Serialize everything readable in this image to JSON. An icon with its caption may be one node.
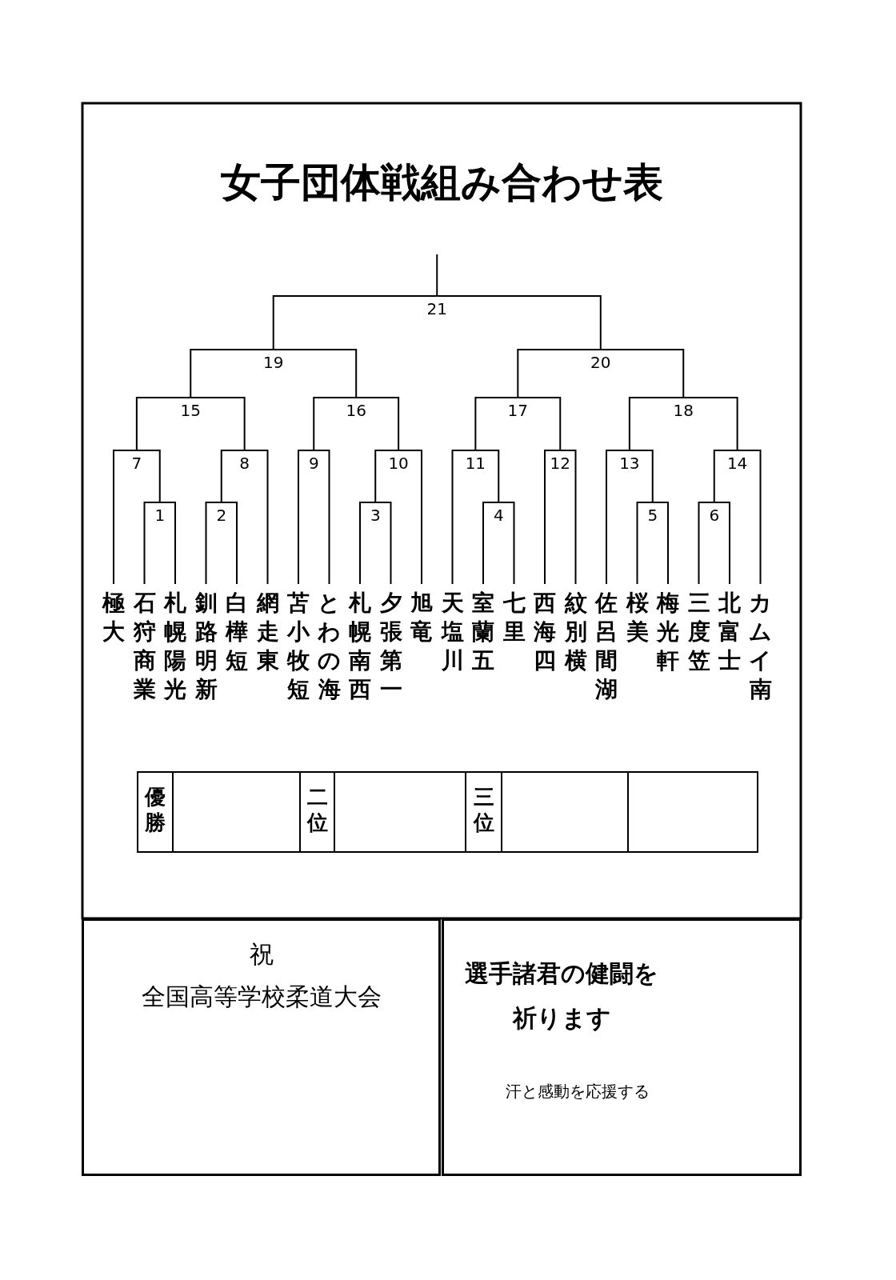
{
  "diagram": {
    "title": "女子団体戦組み合わせ表",
    "nodes": [
      {
        "text": [
          "21"
        ]
      },
      {
        "text": [
          "19"
        ]
      },
      {
        "text": [
          "20"
        ]
      },
      {
        "text": [
          "15"
        ]
      },
      {
        "text": [
          "16"
        ]
      },
      {
        "text": [
          "17"
        ]
      },
      {
        "text": [
          "18"
        ]
      },
      {
        "text": [
          "7"
        ]
      },
      {
        "text": [
          "8"
        ]
      },
      {
        "text": [
          "9"
        ]
      },
      {
        "text": [
          "10"
        ]
      },
      {
        "text": [
          "11"
        ]
      },
      {
        "text": [
          "12"
        ]
      },
      {
        "text": [
          "13"
        ]
      },
      {
        "text": [
          "14"
        ]
      },
      {
        "text": [
          "1"
        ]
      },
      {
        "text": [
          "2"
        ]
      },
      {
        "text": [
          "3"
        ]
      },
      {
        "text": [
          "4"
        ]
      },
      {
        "text": [
          "5"
        ]
      },
      {
        "text": [
          "6"
        ]
      },
      {
        "text": [
          "極大"
        ]
      },
      {
        "text": [
          "石狩商業"
        ]
      },
      {
        "text": [
          "札幌陽光"
        ]
      },
      {
        "text": [
          "釧路明新"
        ]
      },
      {
        "text": [
          "白樺短"
        ]
      },
      {
        "text": [
          "網走東"
        ]
      },
      {
        "text": [
          "苫小牧短"
        ]
      },
      {
        "text": [
          "とわの海"
        ]
      },
      {
        "text": [
          "札幌南西"
        ]
      },
      {
        "text": [
          "夕張第一"
        ]
      },
      {
        "text": [
          "旭竜"
        ]
      },
      {
        "text": [
          "天塩川"
        ]
      },
      {
        "text": [
          "室蘭五"
        ]
      },
      {
        "text": [
          "七里"
        ]
      },
      {
        "text": [
          "西海四"
        ]
      },
      {
        "text": [
          "紋別横"
        ]
      },
      {
        "text": [
          "佐呂間湖"
        ]
      },
      {
        "text": [
          "桜美"
        ]
      },
      {
        "text": [
          "梅光軒"
        ]
      },
      {
        "text": [
          "三度笠"
        ]
      },
      {
        "text": [
          "北富士"
        ]
      },
      {
        "text": [
          "カムイ南"
        ]
      },
      {
        "text": [
          "祝",
          "全国高等学校柔道大会"
        ]
      },
      {
        "text": [
          "選手諸君の健闘を祈ります",
          "汗と感動を応援する"
        ]
      }
    ],
    "edges": [
      {
        "from": 0,
        "to": null,
        "arrow": "none"
      },
      {
        "from": 22,
        "to": 15,
        "arrow": "none"
      },
      {
        "from": 23,
        "to": 15,
        "arrow": "none"
      },
      {
        "from": 21,
        "to": 7,
        "arrow": "none"
      },
      {
        "from": 15,
        "to": 7,
        "arrow": "none"
      },
      {
        "from": 24,
        "to": 16,
        "arrow": "none"
      },
      {
        "from": 25,
        "to": 16,
        "arrow": "none"
      },
      {
        "from": 16,
        "to": 8,
        "arrow": "none"
      },
      {
        "from": 26,
        "to": 8,
        "arrow": "none"
      },
      {
        "from": 7,
        "to": 3,
        "arrow": "none"
      },
      {
        "from": 8,
        "to": 3,
        "arrow": "none"
      },
      {
        "from": 27,
        "to": 9,
        "arrow": "none"
      },
      {
        "from": 28,
        "to": 9,
        "arrow": "none"
      },
      {
        "from": 29,
        "to": 17,
        "arrow": "none"
      },
      {
        "from": 30,
        "to": 17,
        "arrow": "none"
      },
      {
        "from": 17,
        "to": 10,
        "arrow": "none"
      },
      {
        "from": 31,
        "to": 10,
        "arrow": "none"
      },
      {
        "from": 9,
        "to": 4,
        "arrow": "none"
      },
      {
        "from": 10,
        "to": 4,
        "arrow": "none"
      },
      {
        "from": 33,
        "to": 18,
        "arrow": "none"
      },
      {
        "from": 34,
        "to": 18,
        "arrow": "none"
      },
      {
        "from": 32,
        "to": 11,
        "arrow": "none"
      },
      {
        "from": 18,
        "to": 11,
        "arrow": "none"
      },
      {
        "from": 35,
        "to": 12,
        "arrow": "none"
      },
      {
        "from": 36,
        "to": 12,
        "arrow": "none"
      },
      {
        "from": 11,
        "to": 5,
        "arrow": "none"
      },
      {
        "from": 12,
        "to": 5,
        "arrow": "none"
      },
      {
        "from": 38,
        "to": 19,
        "arrow": "none"
      },
      {
        "from": 39,
        "to": 19,
        "arrow": "none"
      },
      {
        "from": 37,
        "to": 13,
        "arrow": "none"
      },
      {
        "from": 19,
        "to": 13,
        "arrow": "none"
      },
      {
        "from": 40,
        "to": 20,
        "arrow": "none"
      },
      {
        "from": 41,
        "to": 20,
        "arrow": "none"
      },
      {
        "from": 20,
        "to": 14,
        "arrow": "none"
      },
      {
        "from": 42,
        "to": 14,
        "arrow": "none"
      },
      {
        "from": 13,
        "to": 6,
        "arrow": "none"
      },
      {
        "from": 14,
        "to": 6,
        "arrow": "none"
      },
      {
        "from": 3,
        "to": 1,
        "arrow": "none"
      },
      {
        "from": 4,
        "to": 1,
        "arrow": "none"
      },
      {
        "from": 5,
        "to": 2,
        "arrow": "none"
      },
      {
        "from": 6,
        "to": 2,
        "arrow": "none"
      },
      {
        "from": 1,
        "to": 0,
        "arrow": "none"
      },
      {
        "from": 2,
        "to": 0,
        "arrow": "none"
      }
    ],
    "labels": [
      "優勝",
      "二位",
      "三位"
    ]
  }
}
